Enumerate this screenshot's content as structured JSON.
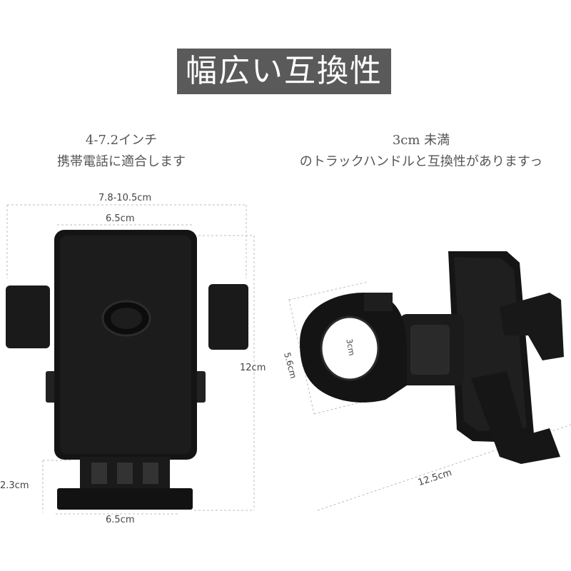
{
  "title": "幅広い互換性",
  "left_caption": {
    "line1": "4-7.2インチ",
    "line2": "携帯電話に適合します"
  },
  "right_caption": {
    "line1": "3cm 未満",
    "line2": "のトラックハンドルと互換性がありますっ"
  },
  "dimensions": {
    "total_width": "7.8-10.5cm",
    "top_width": "6.5cm",
    "height": "12cm",
    "base_height": "2.3cm",
    "base_width": "6.5cm",
    "clamp_inner": "3cm",
    "clamp_height": "5.6cm",
    "side_length": "12.5cm"
  },
  "colors": {
    "banner_bg": "#5a5a5a",
    "product": "#151515",
    "dimension_line": "#bdbdbd"
  }
}
